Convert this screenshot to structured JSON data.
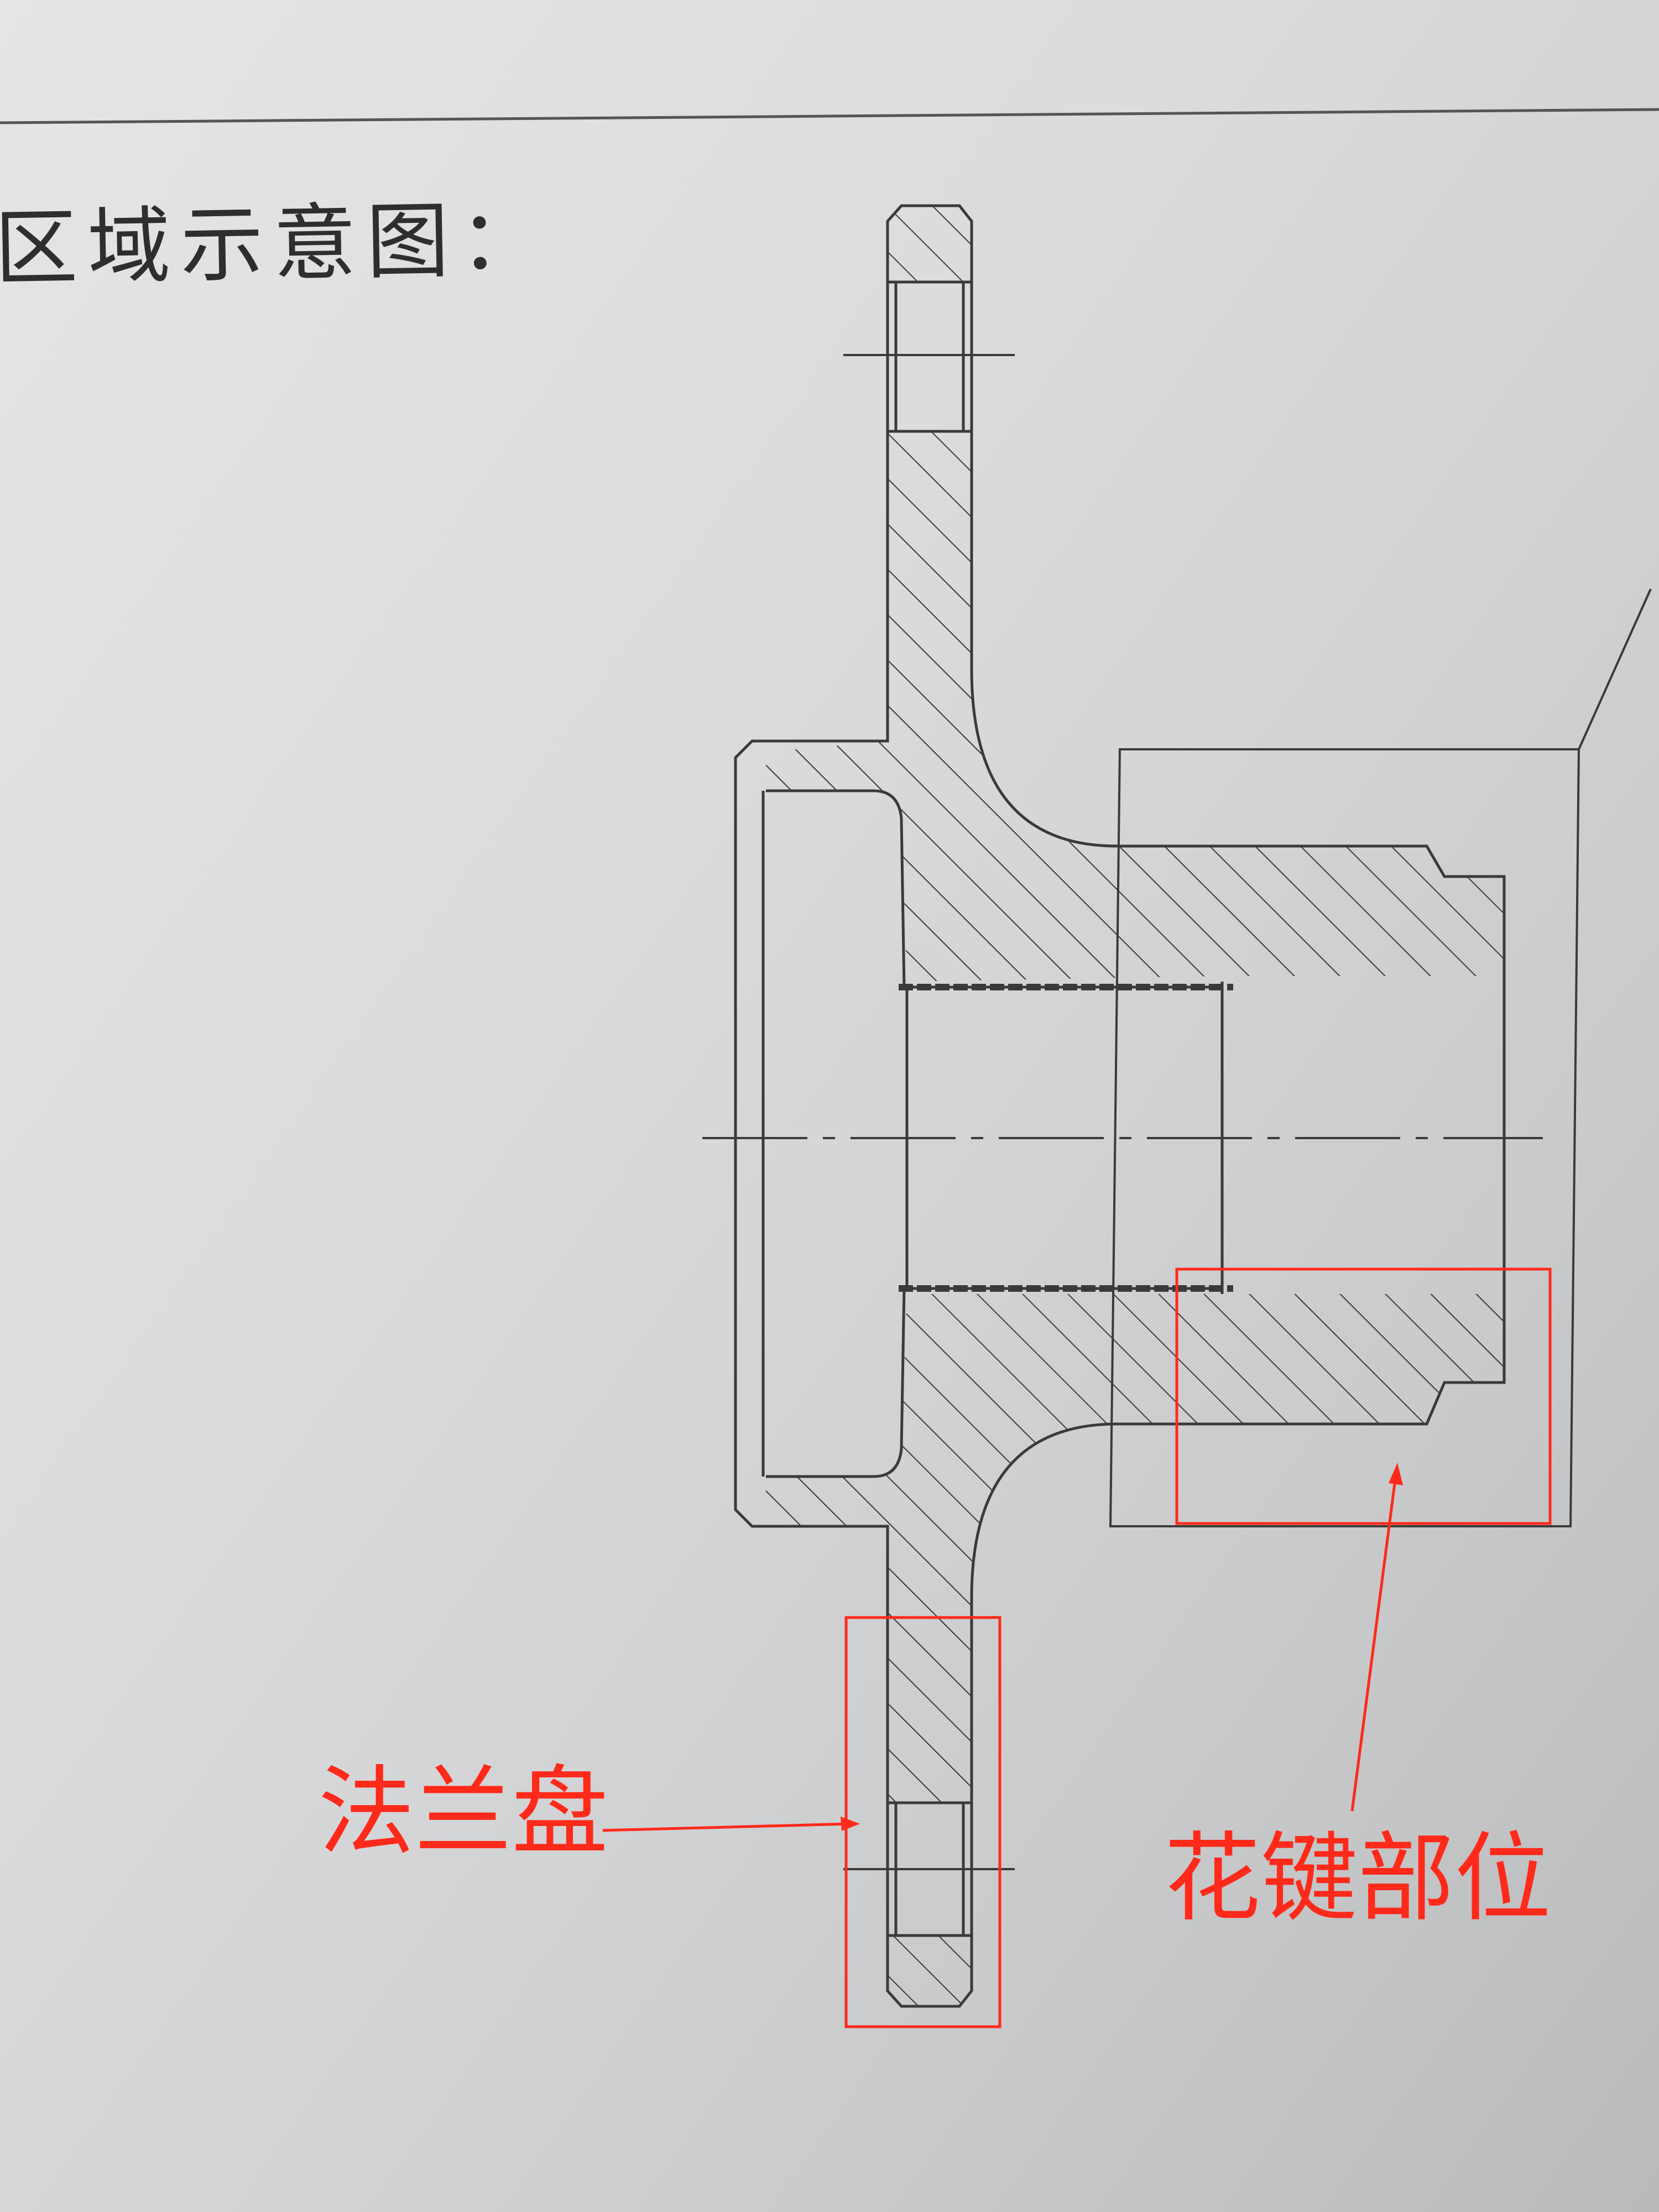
{
  "heading": "区域示意图：",
  "annotations": {
    "flange_label": "法兰盘",
    "spline_label": "花键部位"
  },
  "colors": {
    "paper": "#dcdddf",
    "line": "#3a3a3a",
    "annotation": "#ff2a1a"
  }
}
